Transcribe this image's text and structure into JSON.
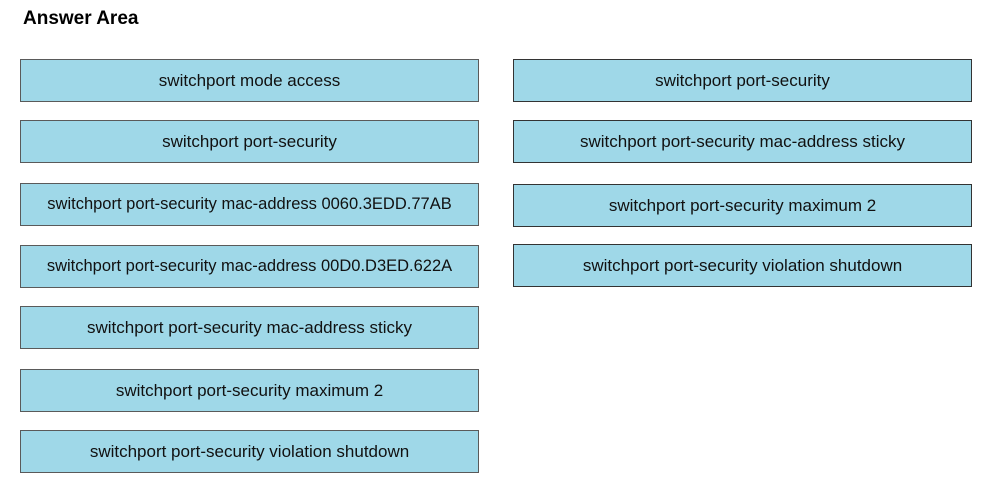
{
  "title": "Answer Area",
  "source_commands": [
    "switchport mode access",
    "switchport port-security",
    "switchport port-security mac-address 0060.3EDD.77AB",
    "switchport port-security mac-address 00D0.D3ED.622A",
    "switchport port-security mac-address sticky",
    "switchport port-security maximum 2",
    "switchport port-security violation shutdown"
  ],
  "answer_commands": [
    "switchport port-security",
    "switchport port-security mac-address sticky",
    "switchport port-security maximum 2",
    "switchport port-security violation shutdown"
  ],
  "colors": {
    "tile_fill": "#9fd8e8",
    "tile_border": "#5a5a5a"
  }
}
